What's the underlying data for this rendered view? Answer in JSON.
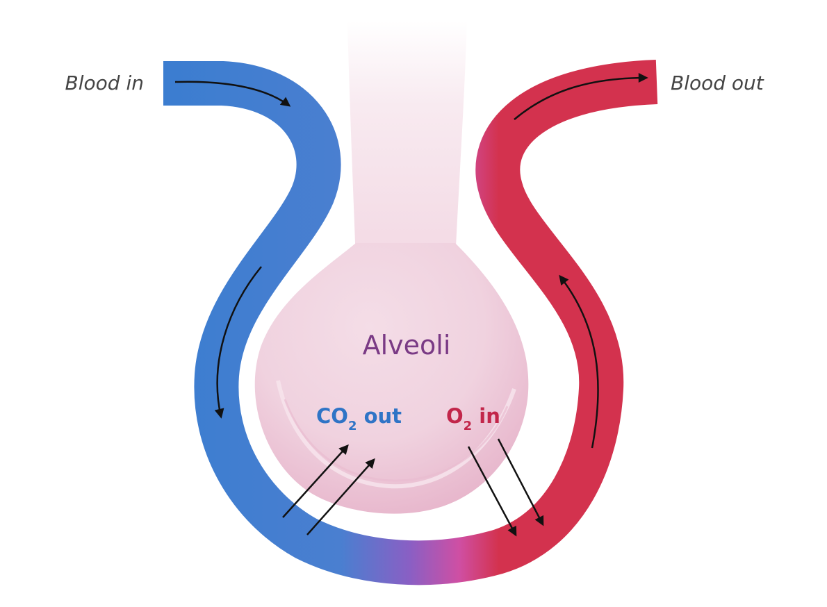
{
  "labels": {
    "blood_in": "Blood in",
    "blood_out": "Blood out",
    "alveoli": "Alveoli",
    "co2_main": "CO",
    "co2_sub": "2",
    "co2_suffix": " out",
    "o2_main": "O",
    "o2_sub": "2",
    "o2_suffix": " in"
  },
  "colors": {
    "deoxygenated_blood": "#3b7dd0",
    "oxygenated_blood": "#d3324e",
    "mixing_purple": "#8a5fc4",
    "mixing_pink": "#cf4fa3",
    "alveolus_fill": "#f2d6e2",
    "alveolus_deep": "#e7b4cb",
    "label_text": "#444444",
    "alveoli_text": "#7a3a85",
    "co2_text": "#2f74c6",
    "o2_text": "#c2264a",
    "arrow": "#111111"
  }
}
